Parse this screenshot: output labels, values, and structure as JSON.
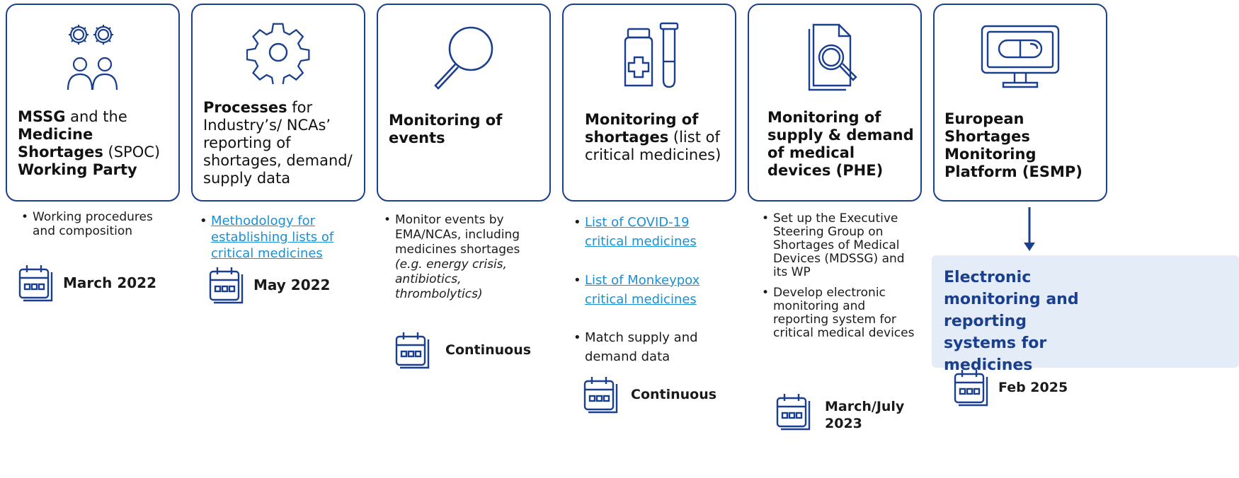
{
  "columns": [
    {
      "title_parts": [
        {
          "text": "MSSG",
          "bold": true
        },
        {
          "text": " and the ",
          "bold": false
        },
        {
          "text": "Medicine Shortages",
          "bold": true
        },
        {
          "text": " (SPOC) ",
          "bold": false
        },
        {
          "text": "Working Party",
          "bold": true
        }
      ],
      "icon": "people-gears-icon",
      "bullets": [
        {
          "text": "Working procedures and composition",
          "link": false
        }
      ],
      "date": "March 2022"
    },
    {
      "title_parts": [
        {
          "text": "Processes",
          "bold": true
        },
        {
          "text": " for Industry’s/ NCAs’ reporting of shortages, demand/ supply data",
          "bold": false
        }
      ],
      "icon": "gear-icon",
      "bullets": [
        {
          "text": "Methodology for establishing lists of critical medicines",
          "link": true
        }
      ],
      "date": "May 2022"
    },
    {
      "title_parts": [
        {
          "text": "Monitoring of events",
          "bold": true
        }
      ],
      "icon": "magnifier-icon",
      "bullets": [
        {
          "text": "Monitor events by EMA/NCAs, including medicines shortages",
          "link": false
        },
        {
          "text": "(e.g. energy crisis, antibiotics, thrombolytics)",
          "link": false,
          "italic": true
        }
      ],
      "date": "Continuous"
    },
    {
      "title_parts": [
        {
          "text": "Monitoring of shortages",
          "bold": true
        },
        {
          "text": " (list of critical medicines)",
          "bold": false
        }
      ],
      "icon": "medicine-vial-icon",
      "bullets": [
        {
          "text": "List of COVID-19 critical medicines",
          "link": true
        },
        {
          "text": "List of Monkeypox critical medicines",
          "link": true
        },
        {
          "text": "Match supply and demand data",
          "link": false
        }
      ],
      "date": "Continuous"
    },
    {
      "title_parts": [
        {
          "text": "Monitoring of supply & demand of medical devices (PHE)",
          "bold": true
        }
      ],
      "icon": "document-search-icon",
      "bullets": [
        {
          "text": "Set up the Executive Steering Group on Shortages of Medical Devices (MDSSG) and its WP",
          "link": false
        },
        {
          "text": "Develop electronic monitoring and reporting system for critical medical devices",
          "link": false
        }
      ],
      "date": "March/July 2023"
    },
    {
      "title_parts": [
        {
          "text": "European Shortages Monitoring Platform (ESMP)",
          "bold": true
        }
      ],
      "icon": "monitor-pill-icon",
      "highlight": "Electronic monitoring and reporting systems for medicines",
      "date": "Feb 2025"
    }
  ],
  "colors": {
    "accent": "#1a3f8f",
    "link": "#1a8fd6",
    "highlight_bg": "#e3ecf7"
  }
}
